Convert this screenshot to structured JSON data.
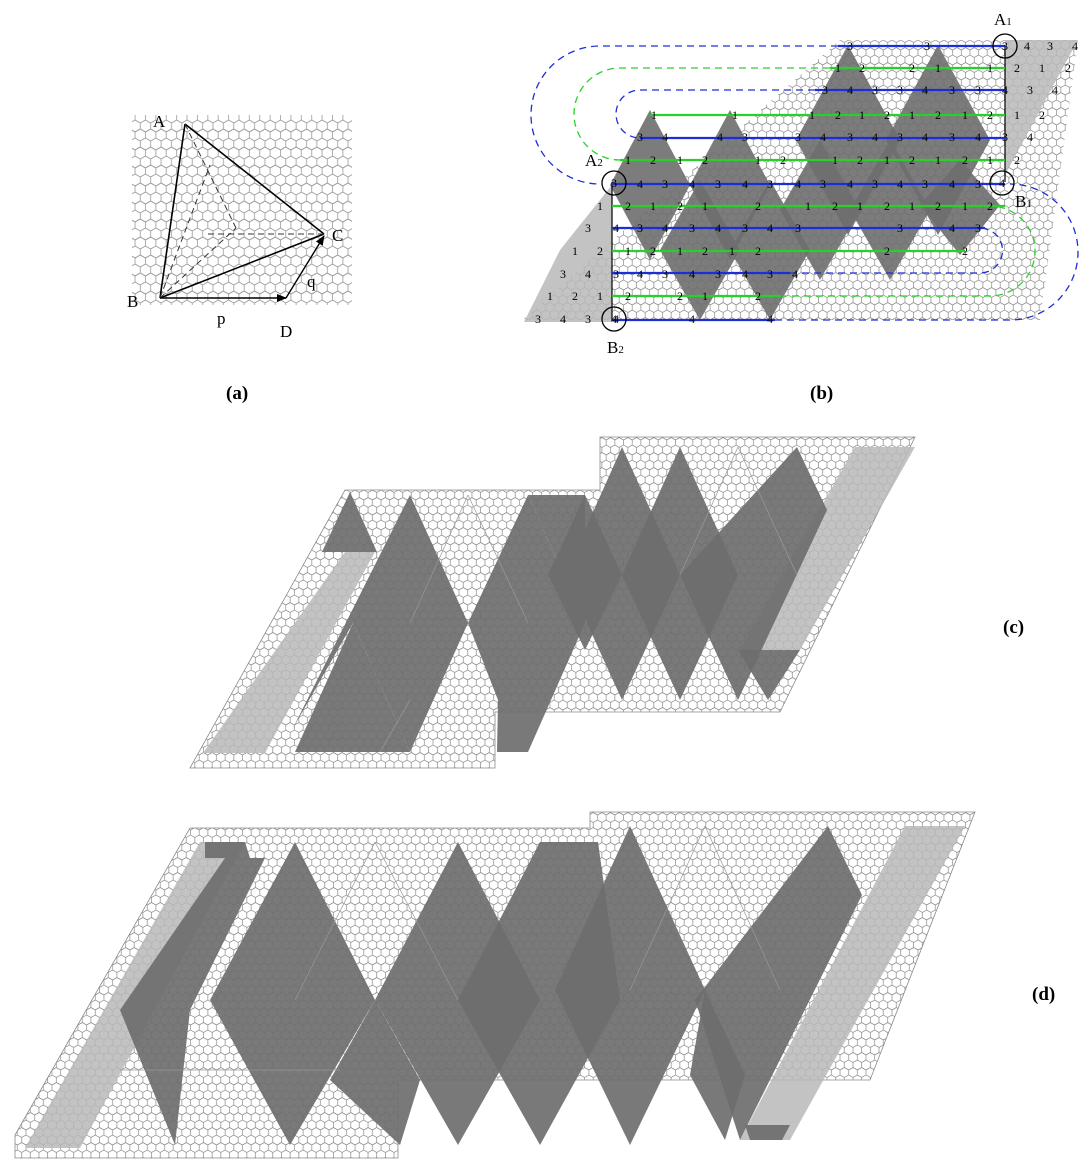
{
  "captions": {
    "a": "(a)",
    "b": "(b)",
    "c": "(c)",
    "d": "(d)"
  },
  "panel_a": {
    "vertex_labels": {
      "A": "A",
      "B": "B",
      "C": "C",
      "D": "D"
    },
    "vector_labels": {
      "p": "p",
      "q": "q"
    }
  },
  "panel_b": {
    "corner_labels": {
      "A1": {
        "main": "A",
        "sub": "1"
      },
      "A2": {
        "main": "A",
        "sub": "2"
      },
      "B1": {
        "main": "B",
        "sub": "1"
      },
      "B2": {
        "main": "B",
        "sub": "2"
      }
    },
    "circled_numbers": {
      "A1": "3",
      "A2": "3",
      "B1": "4",
      "B2": "4"
    },
    "row_numbers": [
      [
        "3",
        "3",
        "4",
        "3",
        "4"
      ],
      [
        "1",
        "2",
        "2",
        "1",
        "1",
        "2",
        "1",
        "2"
      ],
      [
        "3",
        "4",
        "3",
        "3",
        "4",
        "3",
        "3",
        "4",
        "3",
        "4"
      ],
      [
        "1",
        "1",
        "1",
        "2",
        "1",
        "2",
        "1",
        "2",
        "1",
        "2",
        "1",
        "2"
      ],
      [
        "3",
        "4",
        "4",
        "3",
        "3",
        "4",
        "3",
        "4",
        "3",
        "4",
        "3",
        "4",
        "3",
        "4"
      ],
      [
        "1",
        "2",
        "1",
        "2",
        "1",
        "2",
        "1",
        "2",
        "1",
        "2",
        "1",
        "2",
        "1",
        "2"
      ],
      [
        "4",
        "3",
        "4",
        "3",
        "4",
        "3",
        "4",
        "3",
        "4",
        "3",
        "4",
        "3",
        "4",
        "3"
      ],
      [
        "1",
        "2",
        "1",
        "2",
        "1",
        "2",
        "1",
        "2",
        "1",
        "2",
        "1",
        "2",
        "1",
        "2"
      ],
      [
        "3",
        "4",
        "3",
        "4",
        "3",
        "4",
        "3",
        "4",
        "3",
        "3",
        "4",
        "3"
      ],
      [
        "1",
        "2",
        "1",
        "2",
        "1",
        "2",
        "1",
        "2",
        "2",
        "2"
      ],
      [
        "3",
        "4",
        "3",
        "4",
        "3",
        "4",
        "3",
        "4",
        "3",
        "4"
      ],
      [
        "1",
        "2",
        "1",
        "2",
        "2",
        "1",
        "2"
      ],
      [
        "3",
        "4",
        "3",
        "4",
        "4",
        "4"
      ]
    ]
  },
  "colors": {
    "hex_stroke": "#9a9a9a",
    "dark_fill": "#6e6e6e",
    "light_fill": "#b8b8b8",
    "blue_line": "#1c2fd6",
    "green_line": "#2ad02a"
  }
}
